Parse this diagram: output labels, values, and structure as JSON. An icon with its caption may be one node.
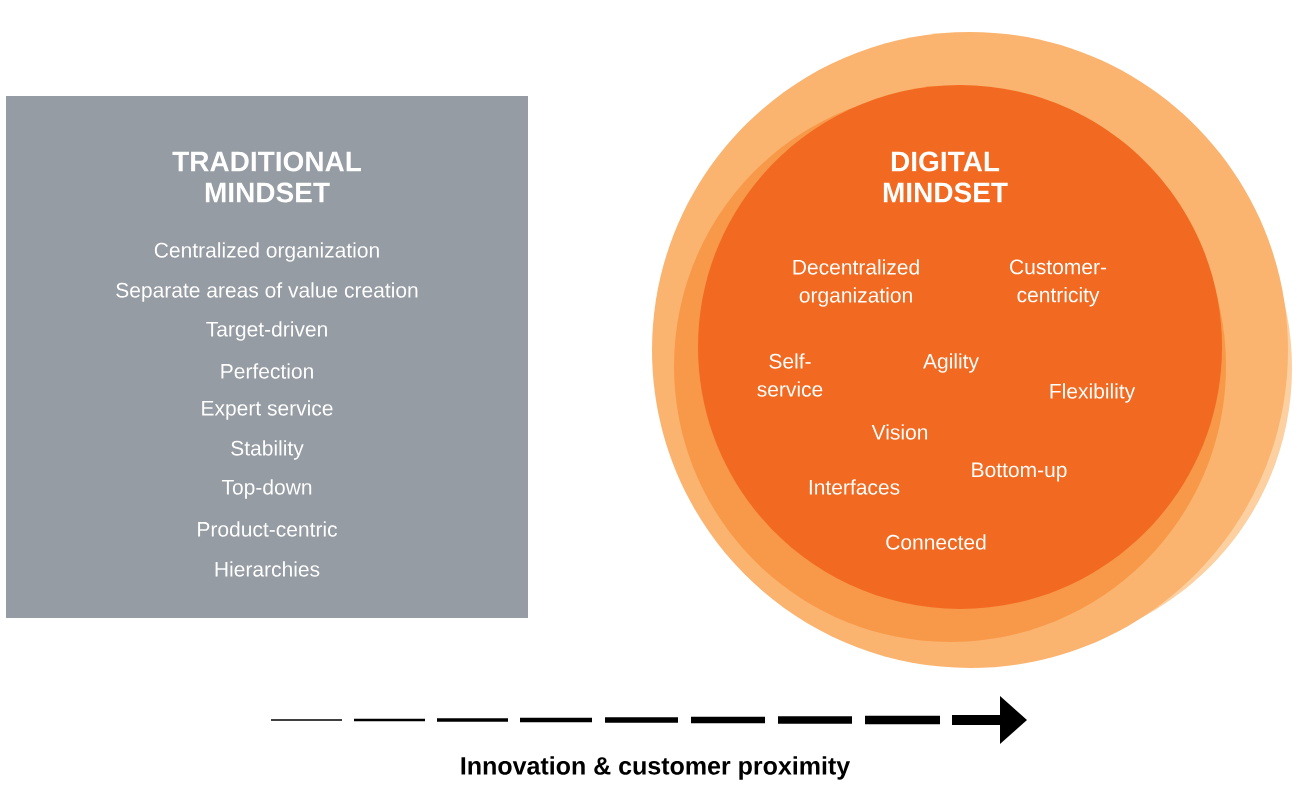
{
  "diagram": {
    "nodes": [
      {
        "text": [
          "TRADITIONAL MINDSET",
          "Centralized organization",
          "Separate areas of value creation",
          "Target-driven",
          "Perfection",
          "Expert service",
          "Stability",
          "Top-down",
          "Product-centric",
          "Hierarchies"
        ]
      },
      {
        "text": [
          "DIGITAL MINDSET",
          "Decentralized organization",
          "Customer-centricity",
          "Self-service",
          "Agility",
          "Flexibility",
          "Vision",
          "Bottom-up",
          "Interfaces",
          "Connected"
        ]
      }
    ],
    "labels": [
      "Innovation & customer proximity"
    ]
  }
}
